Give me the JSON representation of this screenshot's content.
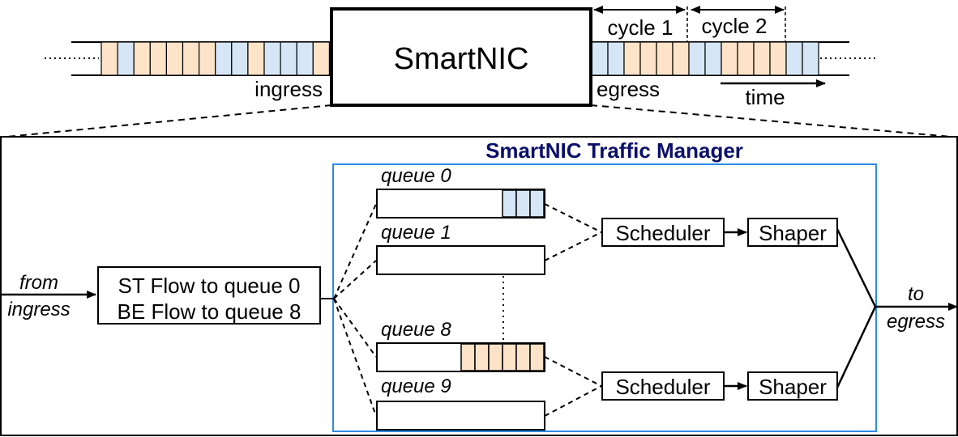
{
  "top": {
    "device_label": "SmartNIC",
    "ingress_label": "ingress",
    "egress_label": "egress",
    "cycle1_label": "cycle 1",
    "cycle2_label": "cycle 2",
    "time_label": "time",
    "ingress_stream": [
      "o",
      "b",
      "o",
      "o",
      "o",
      "o",
      "o",
      "b",
      "b",
      "o",
      "b",
      "b",
      "b",
      "o"
    ],
    "egress_stream": [
      "b",
      "b",
      "o",
      "o",
      "o",
      "o",
      "b",
      "b",
      "o",
      "o",
      "o",
      "o",
      "b",
      "b"
    ]
  },
  "tm": {
    "title": "SmartNIC Traffic Manager",
    "from_ingress_l1": "from",
    "from_ingress_l2": "ingress",
    "to_egress_l1": "to",
    "to_egress_l2": "egress",
    "classifier_l1": "ST Flow to queue 0",
    "classifier_l2": "BE Flow to queue 8",
    "queues": [
      {
        "label": "queue 0",
        "fill": "b",
        "slots": 3
      },
      {
        "label": "queue 1",
        "fill": "",
        "slots": 0
      },
      {
        "label": "queue 8",
        "fill": "o",
        "slots": 6
      },
      {
        "label": "queue 9",
        "fill": "",
        "slots": 0
      }
    ],
    "scheduler_label": "Scheduler",
    "shaper_label": "Shaper"
  },
  "colors": {
    "orange": "#fde3c8",
    "blue": "#d6e6f7",
    "title": "#0b0f6b",
    "frame_blue": "#2b8be6"
  }
}
